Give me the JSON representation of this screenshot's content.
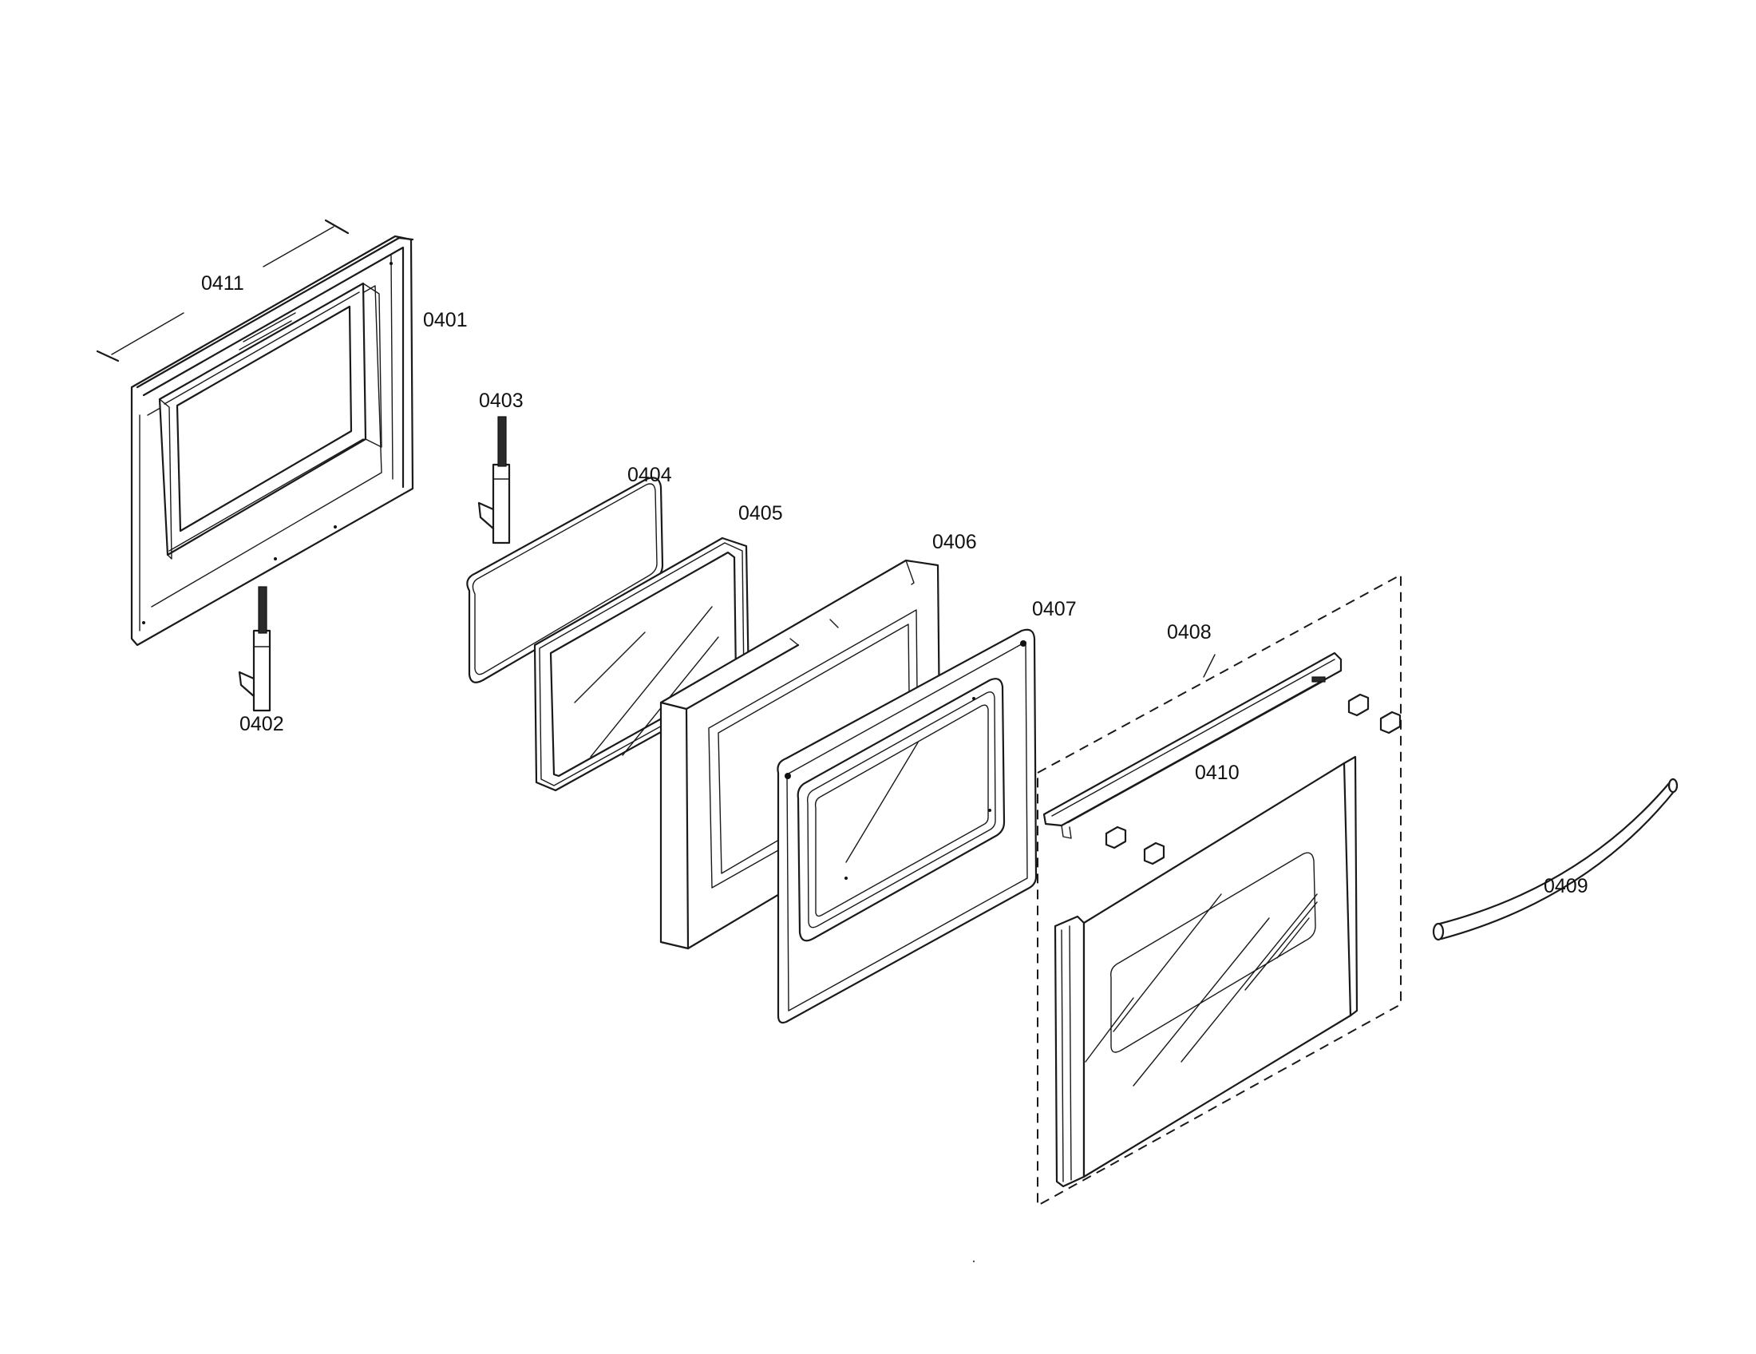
{
  "parts": [
    {
      "id": "0401",
      "label": "0401"
    },
    {
      "id": "0402",
      "label": "0402"
    },
    {
      "id": "0403",
      "label": "0403"
    },
    {
      "id": "0404",
      "label": "0404"
    },
    {
      "id": "0405",
      "label": "0405"
    },
    {
      "id": "0406",
      "label": "0406"
    },
    {
      "id": "0407",
      "label": "0407"
    },
    {
      "id": "0408",
      "label": "0408"
    },
    {
      "id": "0409",
      "label": "0409"
    },
    {
      "id": "0410",
      "label": "0410"
    },
    {
      "id": "0411",
      "label": "0411"
    }
  ]
}
